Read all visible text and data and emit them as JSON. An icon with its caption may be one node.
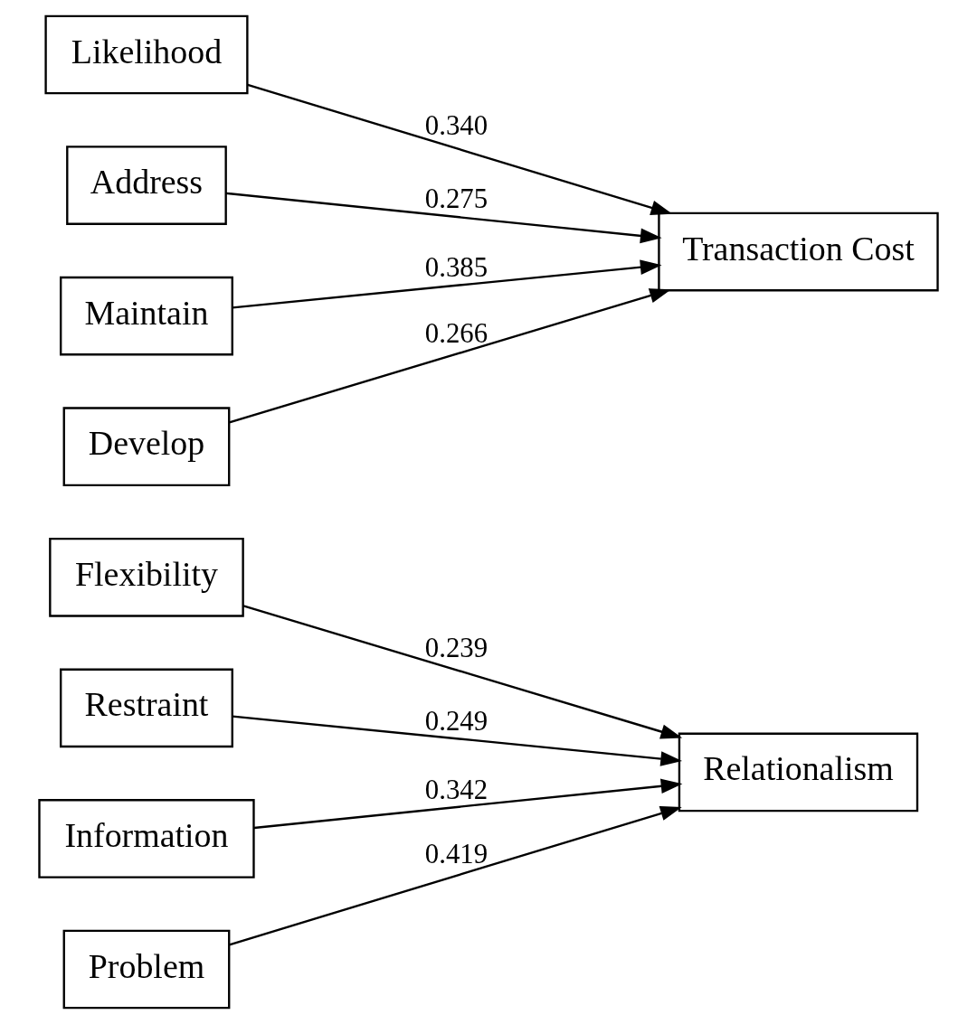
{
  "diagram": {
    "nodes": [
      {
        "text": [
          "Flexibility"
        ]
      },
      {
        "text": [
          "Restraint"
        ]
      },
      {
        "text": [
          "Information"
        ]
      },
      {
        "text": [
          "Problem"
        ]
      },
      {
        "text": [
          "Relationalism"
        ]
      },
      {
        "text": [
          "Likelihood"
        ]
      },
      {
        "text": [
          "Address"
        ]
      },
      {
        "text": [
          "Maintain"
        ]
      },
      {
        "text": [
          "Develop"
        ]
      },
      {
        "text": [
          "Transaction Cost"
        ]
      }
    ],
    "edges": [
      {
        "from": 0,
        "to": 4,
        "arrow": "to",
        "label": "0.239"
      },
      {
        "from": 1,
        "to": 4,
        "arrow": "to",
        "label": "0.249"
      },
      {
        "from": 2,
        "to": 4,
        "arrow": "to",
        "label": "0.342"
      },
      {
        "from": 3,
        "to": 4,
        "arrow": "to",
        "label": "0.419"
      },
      {
        "from": 5,
        "to": 9,
        "arrow": "to",
        "label": "0.340"
      },
      {
        "from": 6,
        "to": 9,
        "arrow": "to",
        "label": "0.275"
      },
      {
        "from": 7,
        "to": 9,
        "arrow": "to",
        "label": "0.385"
      },
      {
        "from": 8,
        "to": 9,
        "arrow": "to",
        "label": "0.266"
      }
    ]
  }
}
